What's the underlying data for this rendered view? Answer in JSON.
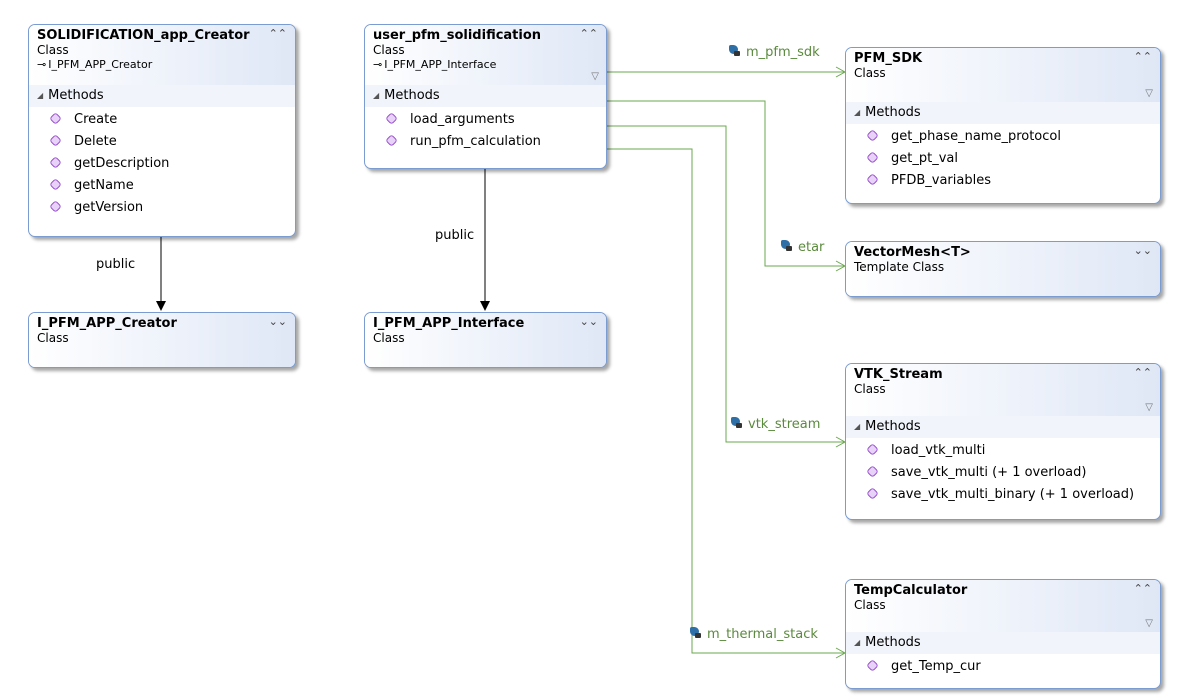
{
  "classes": {
    "solid_creator": {
      "name": "SOLIDIFICATION_app_Creator",
      "kind": "Class",
      "implements": "I_PFM_APP_Creator",
      "section": "Methods",
      "methods": [
        "Create",
        "Delete",
        "getDescription",
        "getName",
        "getVersion"
      ]
    },
    "user_pfm": {
      "name": "user_pfm_solidification",
      "kind": "Class",
      "implements": "I_PFM_APP_Interface",
      "section": "Methods",
      "methods": [
        "load_arguments",
        "run_pfm_calculation"
      ]
    },
    "i_creator": {
      "name": "I_PFM_APP_Creator",
      "kind": "Class"
    },
    "i_interface": {
      "name": "I_PFM_APP_Interface",
      "kind": "Class"
    },
    "pfm_sdk": {
      "name": "PFM_SDK",
      "kind": "Class",
      "section": "Methods",
      "methods": [
        "get_phase_name_protocol",
        "get_pt_val",
        "PFDB_variables"
      ]
    },
    "vector_mesh": {
      "name": "VectorMesh<T>",
      "kind": "Template Class"
    },
    "vtk_stream": {
      "name": "VTK_Stream",
      "kind": "Class",
      "section": "Methods",
      "methods": [
        "load_vtk_multi",
        "save_vtk_multi (+ 1 overload)",
        "save_vtk_multi_binary (+ 1 overload)"
      ]
    },
    "temp_calc": {
      "name": "TempCalculator",
      "kind": "Class",
      "section": "Methods",
      "methods": [
        "get_Temp_cur"
      ]
    }
  },
  "relations": {
    "inherit_label_1": "public",
    "inherit_label_2": "public",
    "assoc_sdk": "m_pfm_sdk",
    "assoc_etar": "etar",
    "assoc_vtk": "vtk_stream",
    "assoc_thermal": "m_thermal_stack"
  },
  "colors": {
    "border": "#7a9cd0",
    "association": "#6aa84f",
    "inheritance": "#000000",
    "method_icon": "#9a4fd1"
  }
}
